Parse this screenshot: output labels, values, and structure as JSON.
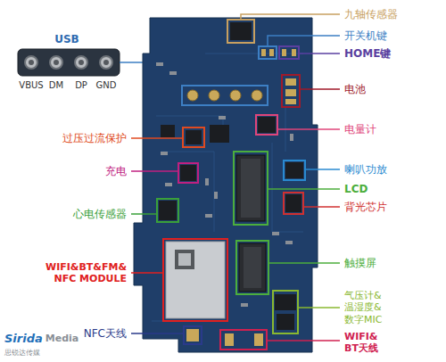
{
  "diagram": {
    "labels": [
      "USB",
      "VBUS",
      "DM",
      "DP",
      "GND",
      "九轴传感器",
      "开关机键",
      "HOME键",
      "电池",
      "电量计",
      "喇叭功放",
      "LCD",
      "背光芯片",
      "触摸屏",
      "气压计& 温湿度& 数字MIC",
      "WIFI& BT天线",
      "过压过流保护",
      "充电",
      "心电传感器",
      "WIFI&BT&FM& NFC MODULE",
      "NFC天线",
      "Sirida",
      "Media",
      "思锐达传媒"
    ]
  }
}
